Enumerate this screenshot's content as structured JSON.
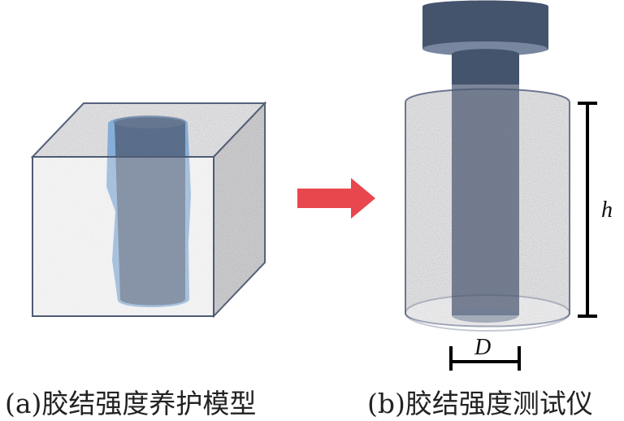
{
  "captions": {
    "a": "(a)胶结强度养护模型",
    "b": "(b)胶结强度测试仪"
  },
  "labels": {
    "height": "h",
    "diameter": "D"
  },
  "colors": {
    "granite": "#d4d4d6",
    "outline": "#4e5b74",
    "core": "#4b5870",
    "core_edge": "#6fa3d6",
    "press": "#44546d",
    "arrow": "#e8474d",
    "dimension": "#000000"
  },
  "icons": {
    "transition": "right-arrow-icon"
  }
}
